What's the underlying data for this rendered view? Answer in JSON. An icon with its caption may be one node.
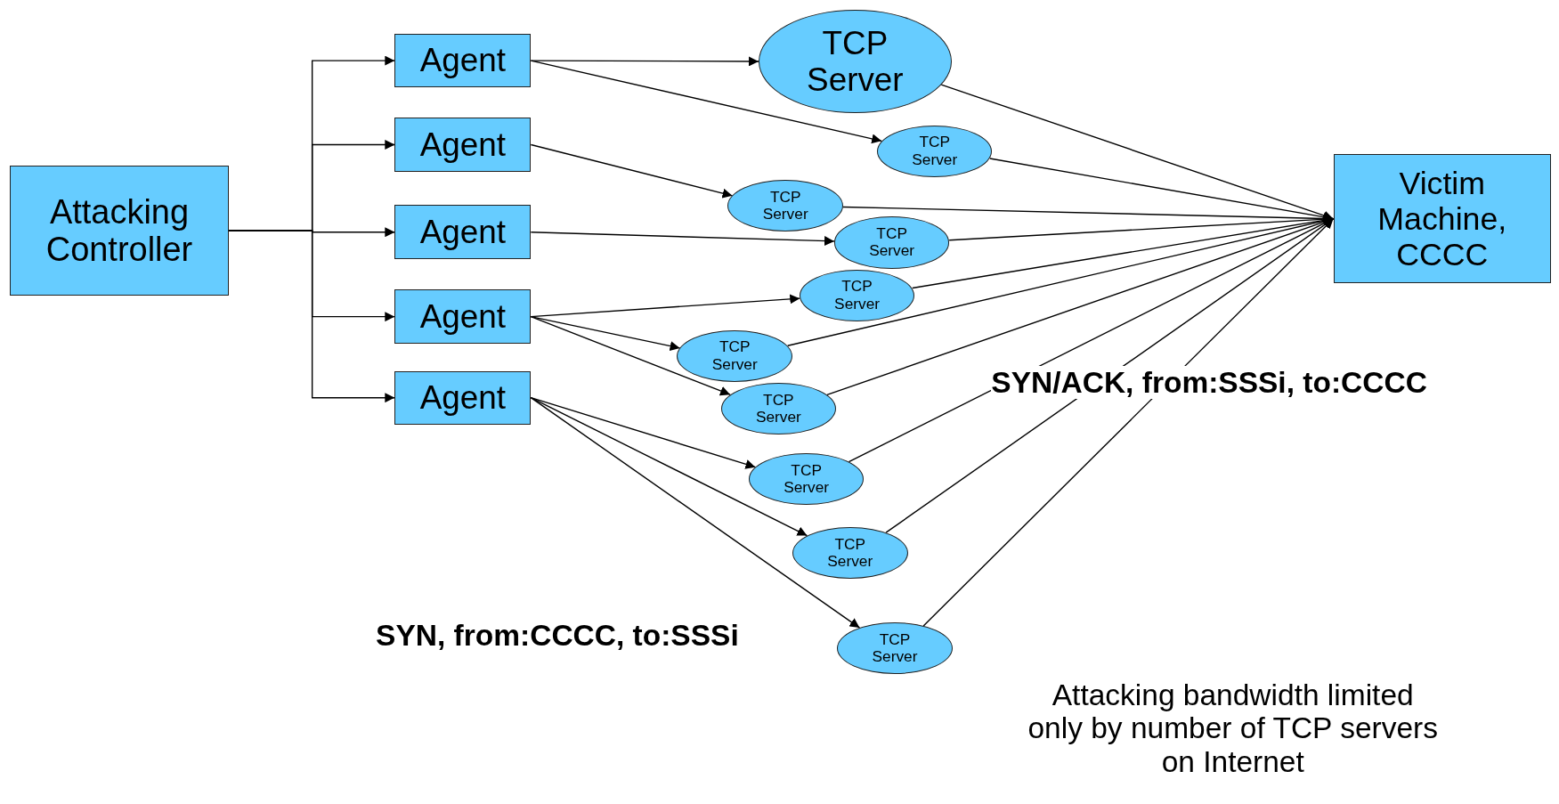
{
  "diagram": {
    "nodes": [
      {
        "text": [
          "Attacking Controller"
        ]
      },
      {
        "text": [
          "Agent"
        ]
      },
      {
        "text": [
          "Agent"
        ]
      },
      {
        "text": [
          "Agent"
        ]
      },
      {
        "text": [
          "Agent"
        ]
      },
      {
        "text": [
          "Agent"
        ]
      },
      {
        "text": [
          "TCP Server"
        ]
      },
      {
        "text": [
          "TCP Server"
        ]
      },
      {
        "text": [
          "TCP Server"
        ]
      },
      {
        "text": [
          "TCP Server"
        ]
      },
      {
        "text": [
          "TCP Server"
        ]
      },
      {
        "text": [
          "TCP Server"
        ]
      },
      {
        "text": [
          "TCP Server"
        ]
      },
      {
        "text": [
          "TCP Server"
        ]
      },
      {
        "text": [
          "TCP Server"
        ]
      },
      {
        "text": [
          "TCP Server"
        ]
      },
      {
        "text": [
          "Victim Machine, CCCC"
        ]
      }
    ],
    "edges": [
      {
        "from": 0,
        "to": 1,
        "arrow": "to"
      },
      {
        "from": 0,
        "to": 2,
        "arrow": "to"
      },
      {
        "from": 0,
        "to": 3,
        "arrow": "to"
      },
      {
        "from": 0,
        "to": 4,
        "arrow": "to"
      },
      {
        "from": 0,
        "to": 5,
        "arrow": "to"
      },
      {
        "from": 1,
        "to": 6,
        "arrow": "to"
      },
      {
        "from": 1,
        "to": 7,
        "arrow": "to"
      },
      {
        "from": 2,
        "to": 8,
        "arrow": "to"
      },
      {
        "from": 3,
        "to": 9,
        "arrow": "to"
      },
      {
        "from": 4,
        "to": 10,
        "arrow": "to"
      },
      {
        "from": 4,
        "to": 11,
        "arrow": "to"
      },
      {
        "from": 4,
        "to": 12,
        "arrow": "to"
      },
      {
        "from": 5,
        "to": 13,
        "arrow": "to"
      },
      {
        "from": 5,
        "to": 14,
        "arrow": "to"
      },
      {
        "from": 5,
        "to": 15,
        "arrow": "to"
      },
      {
        "from": 6,
        "to": 16,
        "arrow": "to"
      },
      {
        "from": 7,
        "to": 16,
        "arrow": "to"
      },
      {
        "from": 8,
        "to": 16,
        "arrow": "to"
      },
      {
        "from": 9,
        "to": 16,
        "arrow": "to"
      },
      {
        "from": 10,
        "to": 16,
        "arrow": "to"
      },
      {
        "from": 11,
        "to": 16,
        "arrow": "to"
      },
      {
        "from": 12,
        "to": 16,
        "arrow": "to"
      },
      {
        "from": 13,
        "to": 16,
        "arrow": "to"
      },
      {
        "from": 14,
        "to": 16,
        "arrow": "to"
      },
      {
        "from": 15,
        "to": 16,
        "arrow": "to"
      }
    ],
    "labels": [
      "SYN/ACK, from:SSSi, to:CCCC",
      "SYN, from:CCCC, to:SSSi",
      "Attacking bandwidth limited only by number of TCP servers on Internet"
    ]
  }
}
